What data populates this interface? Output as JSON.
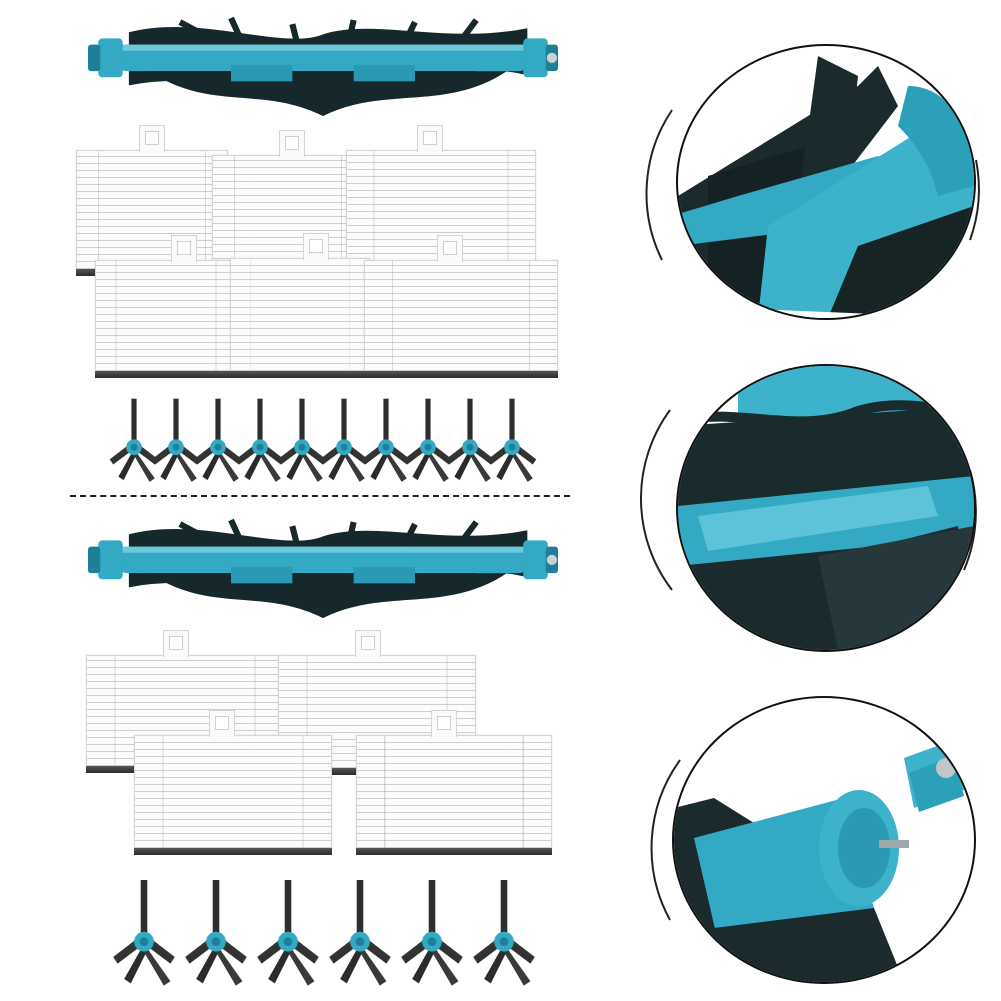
{
  "colors": {
    "brush_teal": "#33a9c3",
    "brush_teal_dark": "#1e7f96",
    "bristle_black": "#17282c",
    "filter_white": "#fbfbfb",
    "foam_grey": "#333333",
    "side_arm_grey": "#4a4a4a",
    "background": "#ffffff"
  },
  "icons": [
    "main-brush",
    "hepa-filter",
    "side-brush",
    "zoom-lens"
  ],
  "kit_top": {
    "main_brushes": 1,
    "filters": 6,
    "side_brushes": 10
  },
  "kit_bottom": {
    "main_brushes": 1,
    "filters": 4,
    "side_brushes": 6
  },
  "zoom_views": [
    {
      "subject": "bristle-and-blade-closeup"
    },
    {
      "subject": "brush-strip-closeup"
    },
    {
      "subject": "end-cap-and-axle-closeup"
    }
  ]
}
